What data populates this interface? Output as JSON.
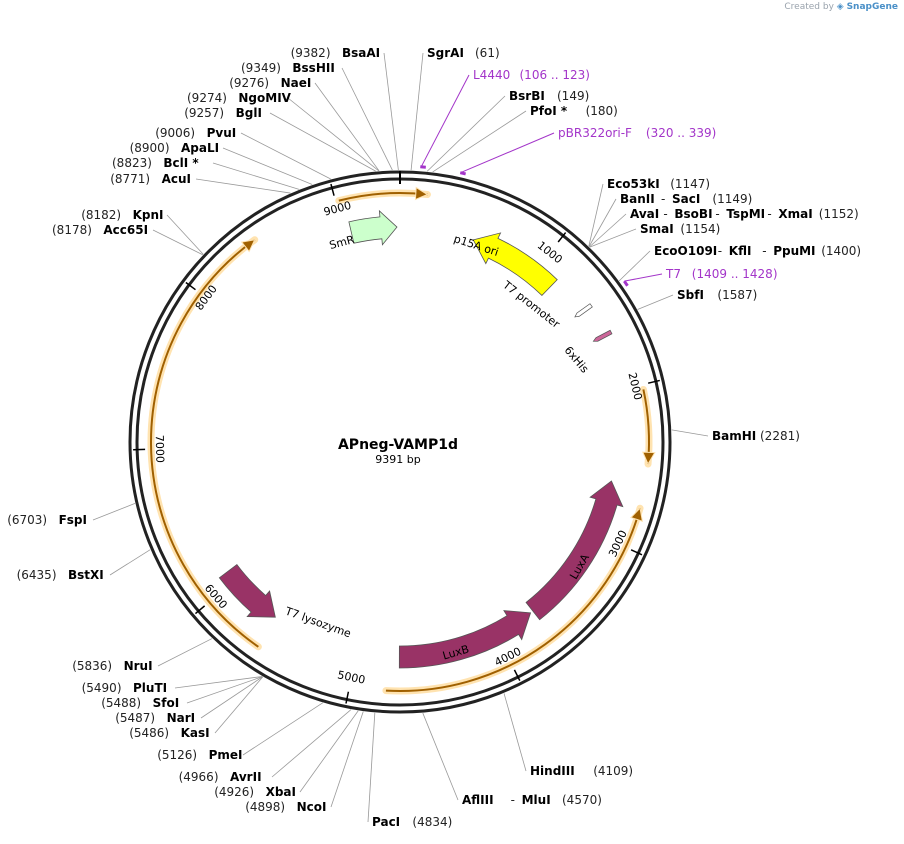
{
  "credit": {
    "prefix": "Created by",
    "brand": "SnapGene"
  },
  "plasmid": {
    "name": "APneg-VAMP1d",
    "length_text": "9391 bp",
    "length": 9391
  },
  "ticks": [
    {
      "label": "1000",
      "pos": 1000
    },
    {
      "label": "2000",
      "pos": 2000
    },
    {
      "label": "3000",
      "pos": 3000
    },
    {
      "label": "4000",
      "pos": 4000
    },
    {
      "label": "5000",
      "pos": 5000
    },
    {
      "label": "6000",
      "pos": 6000
    },
    {
      "label": "7000",
      "pos": 7000
    },
    {
      "label": "8000",
      "pos": 8000
    },
    {
      "label": "9000",
      "pos": 9000
    }
  ],
  "enzyme_labels": [
    {
      "names": [
        "BsaAI"
      ],
      "position": "(9382)"
    },
    {
      "names": [
        "SgrAI"
      ],
      "position": "(61)"
    },
    {
      "names": [
        "BssHII"
      ],
      "position": "(9349)"
    },
    {
      "names": [
        "BsrBI"
      ],
      "position": "(149)"
    },
    {
      "names": [
        "NaeI"
      ],
      "position": "(9276)"
    },
    {
      "names": [
        "PfoI *"
      ],
      "position": "(180)"
    },
    {
      "names": [
        "NgoMIV"
      ],
      "position": "(9274)"
    },
    {
      "names": [
        "BglI"
      ],
      "position": "(9257)"
    },
    {
      "names": [
        "PvuI"
      ],
      "position": "(9006)"
    },
    {
      "names": [
        "ApaLI"
      ],
      "position": "(8900)"
    },
    {
      "names": [
        "BclI *"
      ],
      "position": "(8823)"
    },
    {
      "names": [
        "AcuI"
      ],
      "position": "(8771)"
    },
    {
      "names": [
        "Eco53kI"
      ],
      "position": "(1147)"
    },
    {
      "names": [
        "BanII",
        "SacI"
      ],
      "position": "(1149)"
    },
    {
      "names": [
        "AvaI",
        "BsoBI",
        "TspMI",
        "XmaI"
      ],
      "position": "(1152)"
    },
    {
      "names": [
        "SmaI"
      ],
      "position": "(1154)"
    },
    {
      "names": [
        "KpnI"
      ],
      "position": "(8182)"
    },
    {
      "names": [
        "Acc65I"
      ],
      "position": "(8178)"
    },
    {
      "names": [
        "EcoO109I",
        "KflI",
        "PpuMI"
      ],
      "position": "(1400)"
    },
    {
      "names": [
        "SbfI"
      ],
      "position": "(1587)"
    },
    {
      "names": [
        "BamHI"
      ],
      "position": "(2281)"
    },
    {
      "names": [
        "FspI"
      ],
      "position": "(6703)"
    },
    {
      "names": [
        "BstXI"
      ],
      "position": "(6435)"
    },
    {
      "names": [
        "NruI"
      ],
      "position": "(5836)"
    },
    {
      "names": [
        "PluTI"
      ],
      "position": "(5490)"
    },
    {
      "names": [
        "SfoI"
      ],
      "position": "(5488)"
    },
    {
      "names": [
        "NarI"
      ],
      "position": "(5487)"
    },
    {
      "names": [
        "KasI"
      ],
      "position": "(5486)"
    },
    {
      "names": [
        "PmeI"
      ],
      "position": "(5126)"
    },
    {
      "names": [
        "AvrII"
      ],
      "position": "(4966)"
    },
    {
      "names": [
        "XbaI"
      ],
      "position": "(4926)"
    },
    {
      "names": [
        "NcoI"
      ],
      "position": "(4898)"
    },
    {
      "names": [
        "PacI"
      ],
      "position": "(4834)"
    },
    {
      "names": [
        "AflIII",
        "MluI"
      ],
      "position": "(4570)"
    },
    {
      "names": [
        "HindIII"
      ],
      "position": "(4109)"
    }
  ],
  "primer_labels": [
    {
      "name": "L4440",
      "position": "(106 .. 123)"
    },
    {
      "name": "pBR322ori-F",
      "position": "(320 .. 339)"
    },
    {
      "name": "T7",
      "position": "(1409 .. 1428)"
    }
  ],
  "features": [
    {
      "name": "SmR",
      "color": "#ccffcc",
      "start": 9050,
      "end": 9370,
      "direction": "cw"
    },
    {
      "name": "p15A ori",
      "color": "#ffff00",
      "start": 520,
      "end": 1150,
      "direction": "ccw"
    },
    {
      "name": "T7 promoter",
      "color": "#ffffff",
      "start": 1409,
      "end": 1427,
      "direction": "cw"
    },
    {
      "name": "6xHis",
      "color": "#cc6699",
      "start": 1620,
      "end": 1640,
      "direction": "ccw"
    },
    {
      "name": "LuxA",
      "color": "#993366",
      "start": 2620,
      "end": 3700,
      "direction": "ccw"
    },
    {
      "name": "LuxB",
      "color": "#993366",
      "start": 3720,
      "end": 4700,
      "direction": "ccw"
    },
    {
      "name": "T7 lysozyme",
      "color": "#993366",
      "start": 5620,
      "end": 6080,
      "direction": "ccw"
    }
  ],
  "orfs": {
    "color": "#f0a830"
  }
}
